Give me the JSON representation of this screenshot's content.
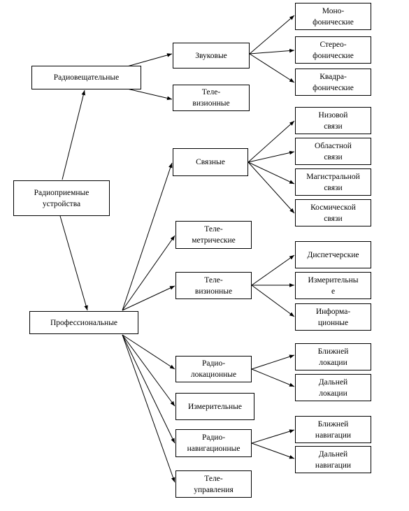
{
  "nodes": {
    "root": "Радиоприемные\nустройства",
    "broadcast": "Радиовещательные",
    "professional": "Профессиональные",
    "sound": "Звуковые",
    "tv_broadcast": "Теле-\nвизионные",
    "mono": "Моно-\nфонические",
    "stereo": "Стерео-\nфонические",
    "quadro": "Квадра-\nфонические",
    "comm": "Связные",
    "telemetry": "Теле-\nметрические",
    "tv_prof": "Теле-\nвизионные",
    "radar": "Радио-\nлокационные",
    "measuring": "Измерительные",
    "radionav": "Радио-\nнавигационные",
    "telecontrol": "Теле-\nуправления",
    "low_link": "Низовой\nсвязи",
    "regional_link": "Областной\nсвязи",
    "trunk_link": "Магистральной\nсвязи",
    "space_link": "Космической\nсвязи",
    "dispatch": "Диспетчерские",
    "measuring_tv": "Измерительны\nе",
    "info": "Информа-\nционные",
    "near_radar": "Ближней\nлокации",
    "far_radar": "Дальней\nлокации",
    "near_nav": "Ближней\nнавигации",
    "far_nav": "Дальней\nнавигации"
  }
}
